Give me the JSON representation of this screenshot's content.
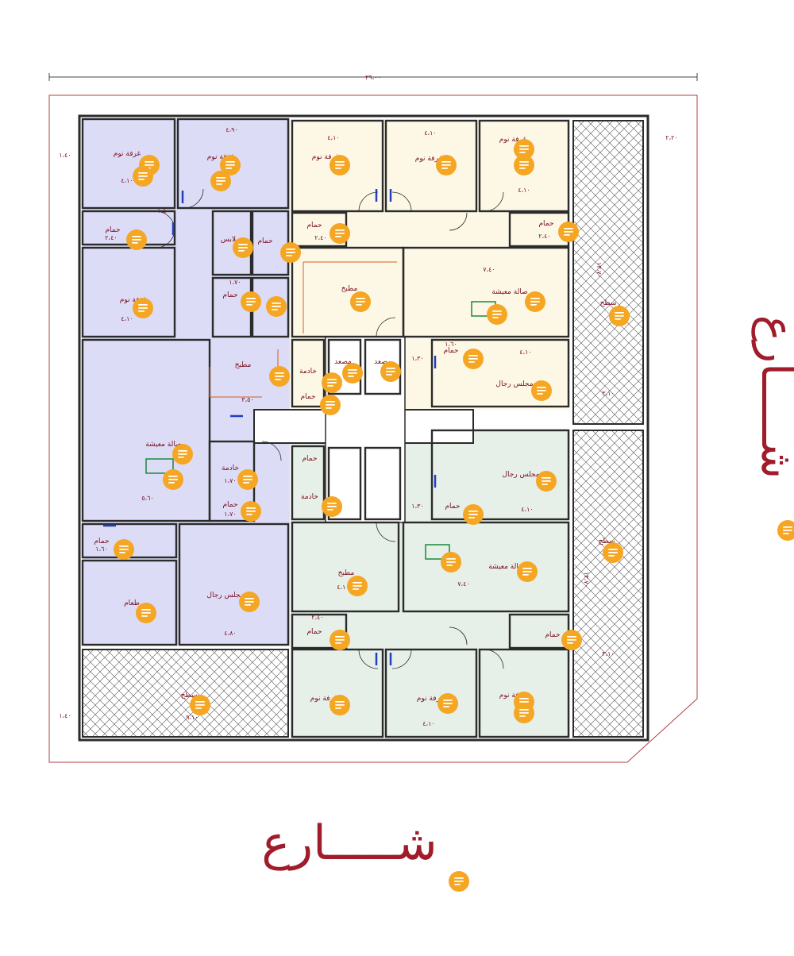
{
  "overall_dimension": "٢٩،٠٠",
  "streets": {
    "bottom": "شـــــارع",
    "right": "شـــــارع"
  },
  "rooms": {
    "bed_tl1": "غرفة نوم",
    "bed_tl2": "غرفة نوم",
    "bed_ml": "غرفة نوم",
    "bed_tr1": "غرفة نوم",
    "bed_tr2": "غرفة نوم",
    "bed_tr3": "غرفة نوم",
    "bed_br1": "غرفة نوم",
    "bed_br2": "غرفة نوم",
    "bed_br3": "غرفة نوم",
    "bath_l1": "حمام",
    "bath_l2": "حمام",
    "bath_l3": "حمام",
    "bath_l4": "حمام",
    "bath_l5": "حمام",
    "bath_r1": "حمام",
    "bath_r2": "حمام",
    "bath_r3": "حمام",
    "bath_r4": "حمام",
    "bath_c1": "حمام",
    "bath_c2": "حمام",
    "bath_c3": "حمام",
    "bath_b1": "حمام",
    "laundry": "ملابس",
    "kitchen_l": "مطبخ",
    "kitchen_tc": "مطبخ",
    "kitchen_bc": "مطبخ",
    "living_l": "صالة معيشة",
    "living_tr": "صالة معيشة",
    "living_br": "صالة معيشة",
    "majlis_l": "مجلس رجال",
    "majlis_tr": "مجلس رجال",
    "majlis_br": "مجلس رجال",
    "dining": "طعام",
    "maid_l": "خادمة",
    "maid_c1": "خادمة",
    "maid_c2": "خادمة",
    "elevator1": "مصعد",
    "elevator2": "مصعد",
    "roof_r1": "سطح",
    "roof_r2": "سطح",
    "roof_b": "سطح"
  },
  "dimensions": {
    "d1": "٤،٩٠",
    "d2": "٤،١٠",
    "d3": "٤،١٠",
    "d4": "٤،١٠",
    "d5": "٤،١٠",
    "d6": "٤،١٠",
    "d7": "٧،٤٠",
    "d8": "٧،٤٠",
    "d9": "٣،٥٠",
    "d10": "٤،٨٠",
    "d11": "٤،١٠",
    "d12": "٤،١٠",
    "d13": "٣،١٠",
    "d14": "٣،١٠",
    "d15": "٩،١٠",
    "d16": "٢،٤٠",
    "d17": "٢،٤٠",
    "d18": "٢،٤٠",
    "d19": "٢،٤٠",
    "d20": "١،٧٠",
    "d21": "١،٧٠",
    "d22": "١،٧٠",
    "d23": "٥،٦٠",
    "d24": "١،٦٠",
    "d25": "١،٤٠",
    "d26": "١،٤٠",
    "d27": "١،٤٠",
    "d28": "٢،٢٠",
    "d29": "١٣،٧٠",
    "d30": "١٣،٧٠",
    "d31": "١،٣٠",
    "d32": "١،٣٠",
    "d33": "٤،١٠",
    "d34": "٤،١٠",
    "d35": "١،٦٠"
  },
  "colors": {
    "unit_purple": "#dcdcf6",
    "unit_yellow": "#fdf8e6",
    "unit_green": "#e6efe8",
    "wall": "#2b2b2b",
    "plot": "#b04040",
    "marker": "#f5a623",
    "door": "#d03030",
    "window": "#2040c0"
  }
}
